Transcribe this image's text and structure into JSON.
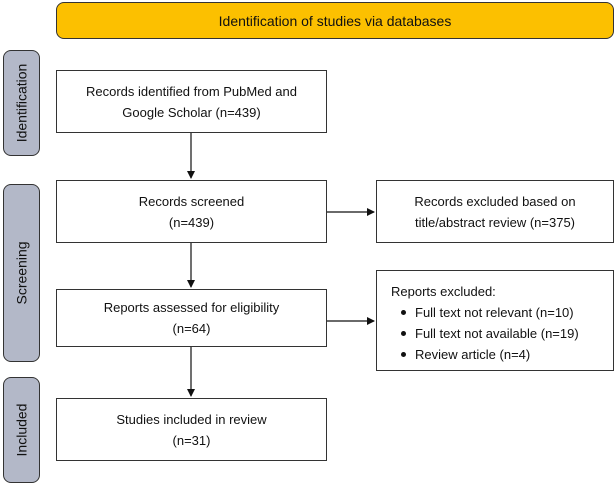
{
  "colors": {
    "banner_fill": "#fcc000",
    "side_fill": "#b3b8c8",
    "border": "#333333",
    "arrow": "#111111"
  },
  "header": {
    "title": "Identification of studies via databases"
  },
  "stages": {
    "identification": "Identification",
    "screening": "Screening",
    "included": "Included"
  },
  "boxes": {
    "records_identified": {
      "line1": "Records identified from PubMed and",
      "line2": "Google Scholar (n=439)"
    },
    "records_screened": {
      "line1": "Records screened",
      "line2": "(n=439)"
    },
    "records_excluded": {
      "line1": "Records excluded based on",
      "line2": "title/abstract review (n=375)"
    },
    "reports_assessed": {
      "line1": "Reports assessed for eligibility",
      "line2": "(n=64)"
    },
    "reports_excluded": {
      "title": "Reports excluded:",
      "items": [
        "Full text not relevant (n=10)",
        "Full text not available (n=19)",
        "Review article (n=4)"
      ]
    },
    "studies_included": {
      "line1": "Studies included in review",
      "line2": "(n=31)"
    }
  }
}
